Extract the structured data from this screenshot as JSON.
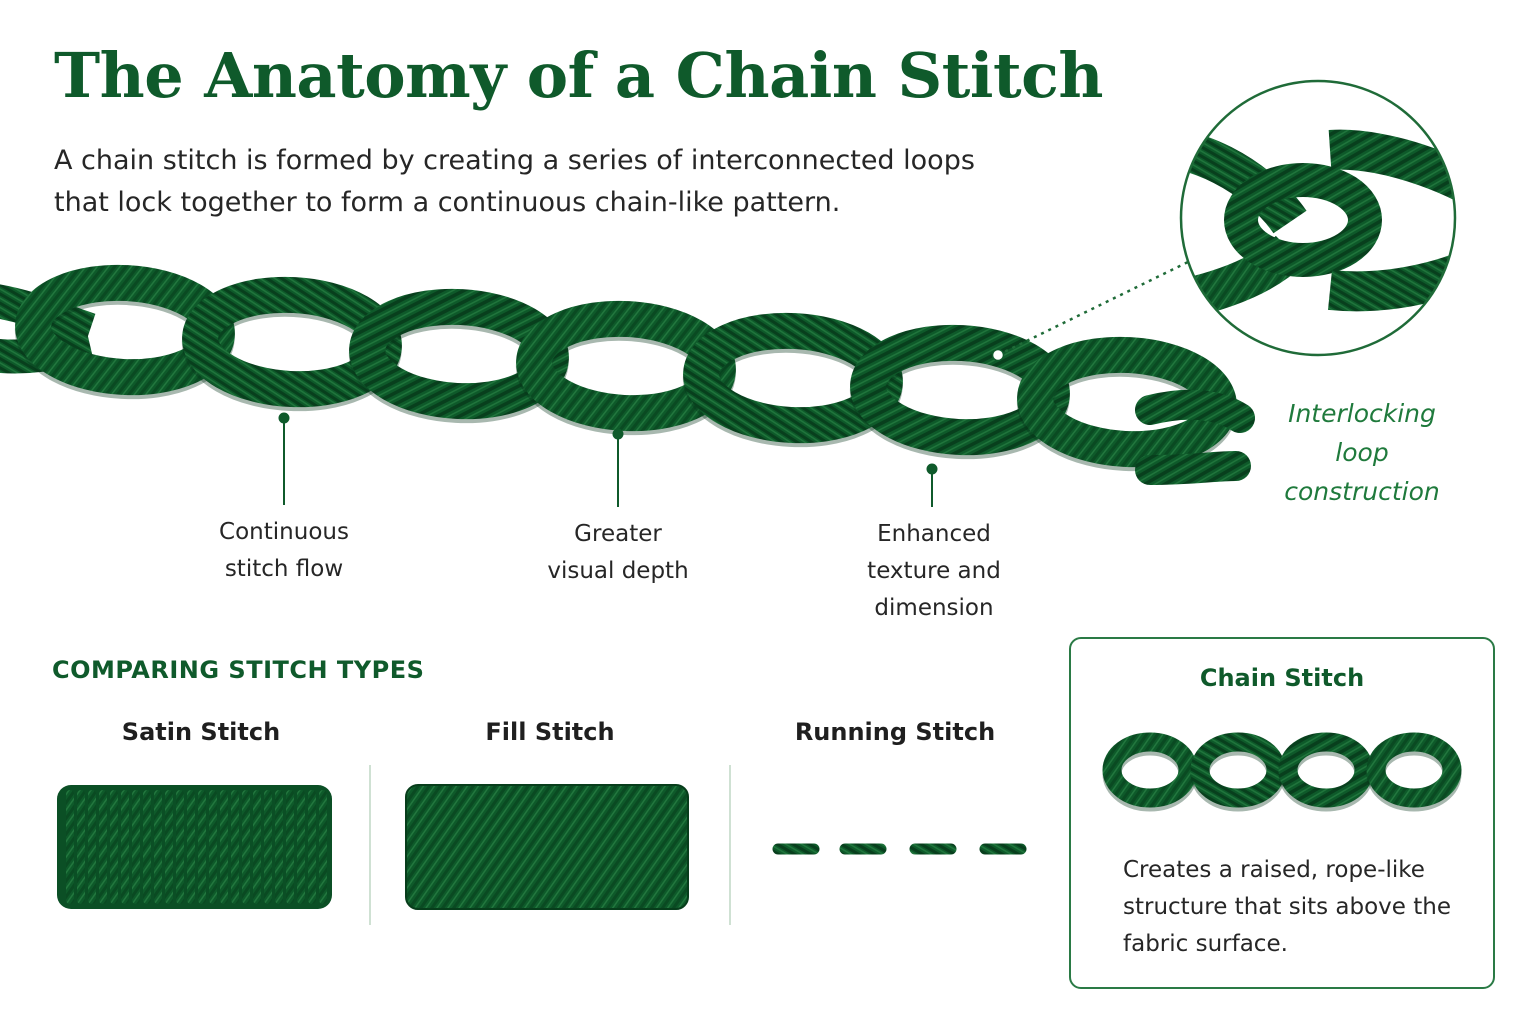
{
  "title": "The Anatomy of a Chain Stitch",
  "intro": "A chain stitch is formed by creating a series of interconnected loops that lock together to form a continuous chain-like pattern.",
  "callouts": [
    {
      "label": "Continuous\nstitch flow"
    },
    {
      "label": "Greater\nvisual depth"
    },
    {
      "label": "Enhanced\ntexture and\ndimension"
    }
  ],
  "zoom_label": "Interlocking\nloop\nconstruction",
  "comparison": {
    "heading": "COMPARING STITCH TYPES",
    "stitches": [
      {
        "name": "Satin Stitch"
      },
      {
        "name": "Fill Stitch"
      },
      {
        "name": "Running Stitch"
      }
    ],
    "chain_card": {
      "title": "Chain Stitch",
      "description": "Creates a raised, rope-like structure that sits above the fabric surface."
    }
  },
  "colors": {
    "thread": "#0e5a2a",
    "thread_dark": "#073d1b",
    "thread_light": "#2f8a4b",
    "heading": "#0f5a2b",
    "accent": "#1f7a3c"
  },
  "icons": [
    "chain-illustration",
    "magnifier-circle",
    "satin-swatch",
    "fill-swatch",
    "running-dashes",
    "mini-chain"
  ]
}
